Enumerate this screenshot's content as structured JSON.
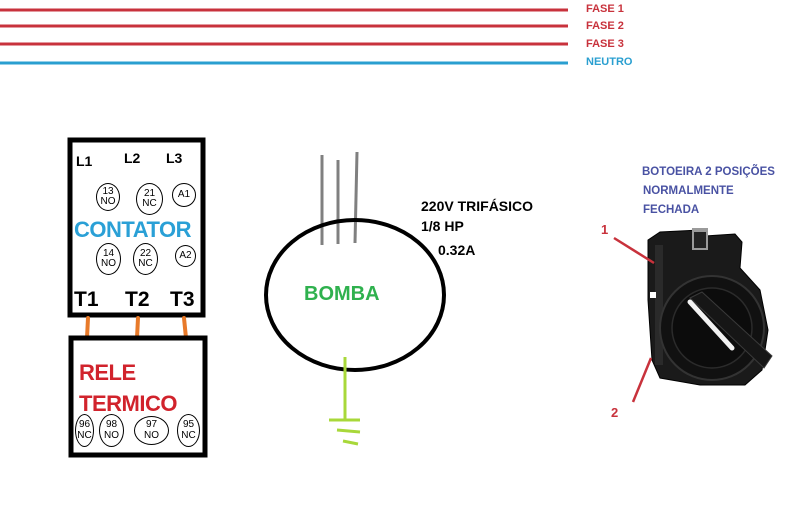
{
  "legend": {
    "phase1": "FASE 1",
    "phase2": "FASE 2",
    "phase3": "FASE 3",
    "neutral": "NEUTRO"
  },
  "colors": {
    "phase": "#c8323c",
    "neutral": "#2a9fd0",
    "contator_label": "#2aa0d6",
    "rele_label": "#d1232c",
    "bomba_label": "#2fb14e",
    "ground": "#a8d83a",
    "motor_leads": "#808080",
    "connection_wires": "#e87a2a",
    "botoeira_label": "#4952a3"
  },
  "contator": {
    "title": "CONTATOR",
    "inputs": [
      "L1",
      "L2",
      "L3"
    ],
    "outputs": [
      "T1",
      "T2",
      "T3"
    ],
    "contacts": [
      {
        "num": "13",
        "type": "NO"
      },
      {
        "num": "21",
        "type": "NC"
      },
      {
        "num": "A1",
        "type": ""
      },
      {
        "num": "14",
        "type": "NO"
      },
      {
        "num": "22",
        "type": "NC"
      },
      {
        "num": "A2",
        "type": ""
      }
    ]
  },
  "rele": {
    "title_line1": "RELE",
    "title_line2": "TERMICO",
    "contacts": [
      {
        "num": "96",
        "type": "NC"
      },
      {
        "num": "98",
        "type": "NO"
      },
      {
        "num": "97",
        "type": "NO"
      },
      {
        "num": "95",
        "type": "NC"
      }
    ]
  },
  "bomba": {
    "title": "BOMBA",
    "spec_voltage": "220V TRIFÁSICO",
    "spec_power": "1/8 HP",
    "spec_current": "0.32A"
  },
  "botoeira": {
    "title_line1": "BOTOEIRA 2 POSIÇÕES",
    "title_line2": "NORMALMENTE",
    "title_line3": "FECHADA",
    "pin1": "1",
    "pin2": "2"
  }
}
